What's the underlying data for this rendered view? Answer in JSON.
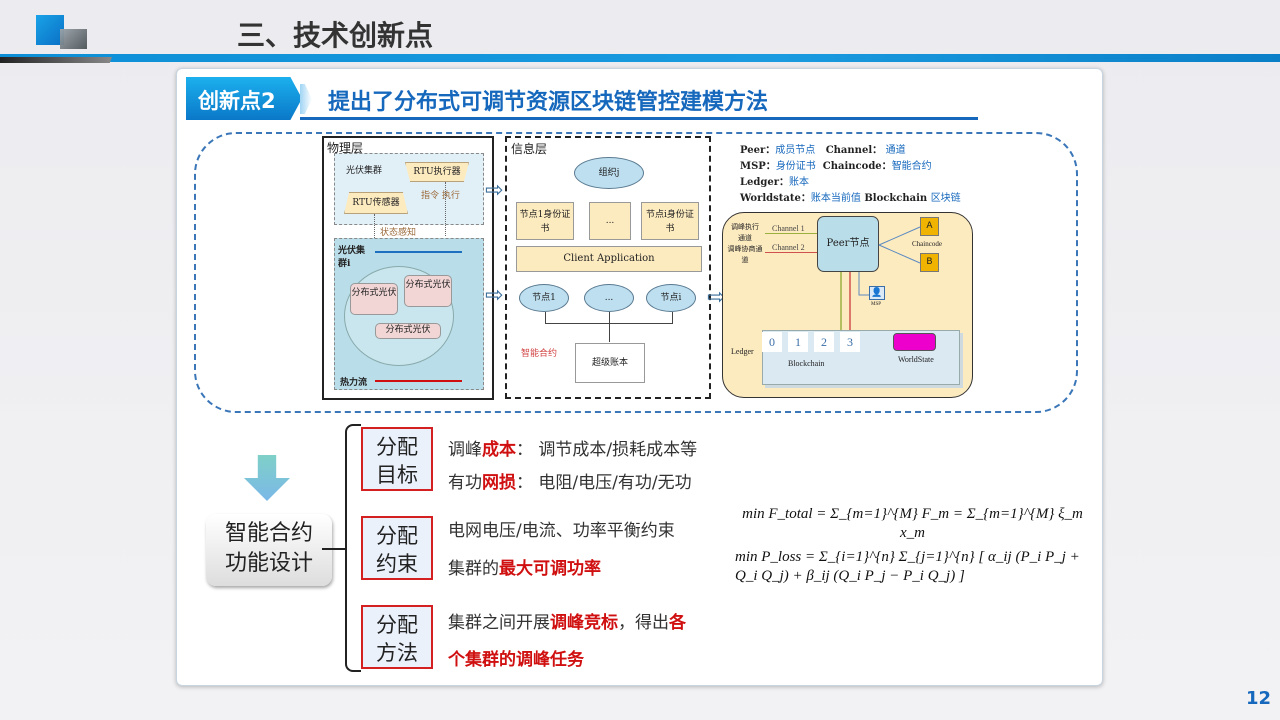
{
  "header": {
    "title": "三、技术创新点"
  },
  "section": {
    "badge": "创新点2",
    "title": "提出了分布式可调节资源区块链管控建模方法"
  },
  "diagram": {
    "physical": {
      "title": "物理层",
      "cluster": "光伏集群",
      "rtu_exec": "RTU执行器",
      "rtu_sensor": "RTU传感器",
      "cmd": "指令 执行",
      "sense": "状态感知",
      "cluster_i": "光伏集群i",
      "pv": "分布式光伏",
      "heat": "热力流"
    },
    "info": {
      "title": "信息层",
      "org": "组织j",
      "cert1": "节点1身份证书",
      "certdots": "...",
      "certi": "节点i身份证书",
      "client": "Client Application",
      "node1": "节点1",
      "nodedots": "...",
      "nodei": "节点i",
      "contract": "智能合约",
      "ledger": "超级账本"
    },
    "legend": [
      {
        "k": "Peer：",
        "v": "成员节点"
      },
      {
        "k": "Channel：",
        "v": "通道"
      },
      {
        "k": "MSP：",
        "v": "身份证书"
      },
      {
        "k": "Chaincode：",
        "v": "智能合约"
      },
      {
        "k": "Ledger：",
        "v": "账本"
      },
      {
        "k": "Worldstate：",
        "v": "账本当前值"
      },
      {
        "k": "Blockchain",
        "v": "区块链"
      }
    ],
    "fabric": {
      "exec_channel": "调峰执行通道",
      "neg_channel": "调峰协商通道",
      "ch1": "Channel 1",
      "ch2": "Channel 2",
      "peer": "Peer节点",
      "a": "A",
      "b": "B",
      "chaincode": "Chaincode",
      "msp": "MSP",
      "ledger": "Ledger",
      "blocks": [
        "0",
        "1",
        "2",
        "3"
      ],
      "blockchain": "Blockchain",
      "worldstate": "WorldState"
    }
  },
  "design": {
    "center": [
      "智能合约",
      "功能设计"
    ],
    "groups": [
      {
        "label": [
          "分配",
          "目标"
        ],
        "lines": [
          [
            {
              "t": "调峰",
              "r": false
            },
            {
              "t": "成本",
              "r": true
            },
            {
              "t": "：  调节成本/损耗成本等",
              "r": false
            }
          ],
          [
            {
              "t": "有功",
              "r": false
            },
            {
              "t": "网损",
              "r": true
            },
            {
              "t": "：  电阻/电压/有功/无功",
              "r": false
            }
          ]
        ]
      },
      {
        "label": [
          "分配",
          "约束"
        ],
        "lines": [
          [
            {
              "t": "电网电压/电流、功率平衡约束",
              "r": false
            }
          ],
          [
            {
              "t": "集群的",
              "r": false
            },
            {
              "t": "最大可调功率",
              "r": true
            }
          ]
        ]
      },
      {
        "label": [
          "分配",
          "方法"
        ],
        "lines": [
          [
            {
              "t": "集群之间开展",
              "r": false
            },
            {
              "t": "调峰竞标",
              "r": true
            },
            {
              "t": "，得出",
              "r": false
            },
            {
              "t": "各",
              "r": true
            }
          ],
          [
            {
              "t": "个集群的调峰任务",
              "r": true
            }
          ]
        ]
      }
    ]
  },
  "formulas": {
    "f1": "min F_total = Σ_{m=1}^{M} F_m = Σ_{m=1}^{M} ξ_m x_m",
    "f2": "min P_loss = Σ_{i=1}^{n} Σ_{j=1}^{n} [ α_ij (P_i P_j + Q_i Q_j) + β_ij (Q_i P_j − P_i Q_j) ]"
  },
  "page_number": "12",
  "colors": {
    "accent": "#1668bd",
    "highlight": "#d01010",
    "box_border": "#d42020"
  }
}
